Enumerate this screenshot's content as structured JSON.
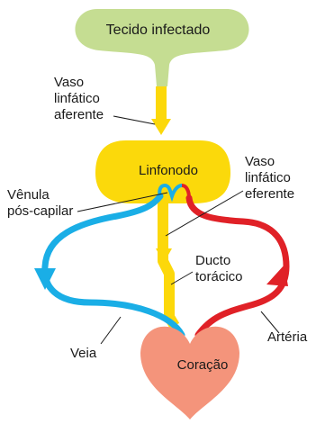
{
  "nodes": {
    "tecido": "Tecido infectado",
    "linfonodo": "Linfonodo",
    "coracao": "Coração"
  },
  "labels": {
    "vaso_aferente": [
      "Vaso",
      "linfático",
      "aferente"
    ],
    "vaso_eferente": [
      "Vaso",
      "linfático",
      "eferente"
    ],
    "venula": [
      "Vênula",
      "pós-capilar"
    ],
    "ducto": [
      "Ducto",
      "torácico"
    ],
    "veia": "Veia",
    "arteria": "Artéria"
  },
  "colors": {
    "tissue": "#c5dd92",
    "tissue_stem": "#d3e7a8",
    "lymph": "#fcd80a",
    "lymph_node": "#fbd90b",
    "vein": "#1aaee6",
    "artery": "#e02127",
    "heart": "#f4947b",
    "leader_line": "#1a1a1a"
  }
}
